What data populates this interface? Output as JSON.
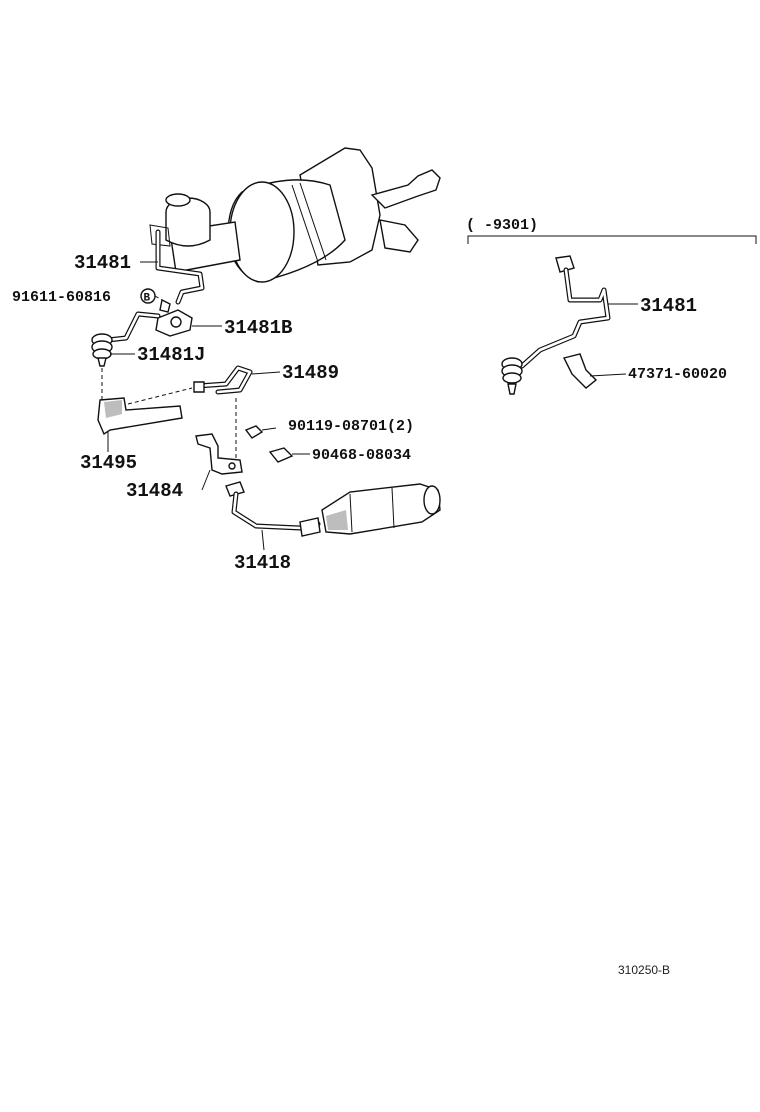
{
  "labels": {
    "p31481_main": "31481",
    "p91611": "91611-60816",
    "bolt_mark": "B",
    "p31481b": "31481B",
    "p31481j": "31481J",
    "p31489": "31489",
    "p90119": "90119-08701(2)",
    "p90468": "90468-08034",
    "p31495": "31495",
    "p31484": "31484",
    "p31418": "31418",
    "inset_range": "(      -9301)",
    "p31481_inset": "31481",
    "p47371": "47371-60020",
    "ref_code": "310250-B"
  }
}
